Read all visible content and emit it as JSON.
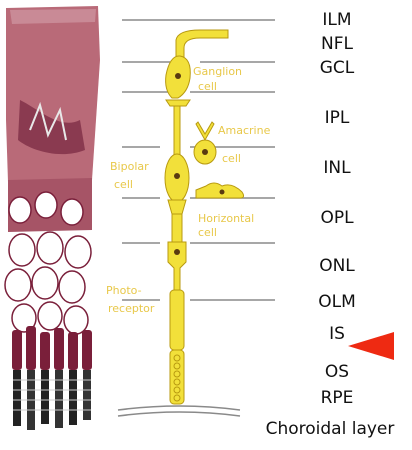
{
  "layers": [
    "ILM",
    "NFL",
    "GCL",
    "IPL",
    "INL",
    "OPL",
    "ONL",
    "OLM",
    "IS",
    "OS",
    "RPE"
  ],
  "choroid_label": "Choroidal layer",
  "cell_labels": {
    "ganglion": "Ganglion cell",
    "amacrine": "Amacrine cell",
    "bipolar": "Bipolar cell",
    "horizontal": "Horizontal cell",
    "photoreceptor": "Photo- receptor"
  },
  "colors": {
    "cell_yellow": "#f2e03a",
    "label_yellow": "#e8c84a",
    "tissue_pink": "#b96a78",
    "tissue_dark": "#7a1f3a",
    "arrow_red": "#ee2a12",
    "line_gray": "#888888"
  },
  "icons": {
    "pointer": "red-triangle-arrow-icon"
  }
}
